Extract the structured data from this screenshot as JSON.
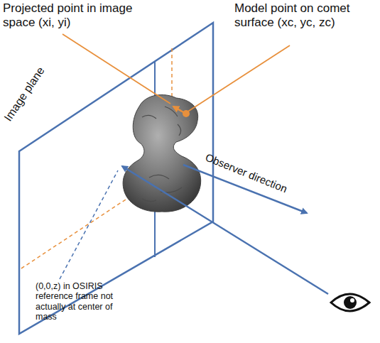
{
  "diagram": {
    "labels": [
      "Projected point in image space (xi, yi)",
      "Model point on comet surface (xc, yc, zc)",
      "Image plane",
      "Observer direction",
      "(0,0,z) in OSIRIS reference frame not actually at center of mass"
    ]
  }
}
